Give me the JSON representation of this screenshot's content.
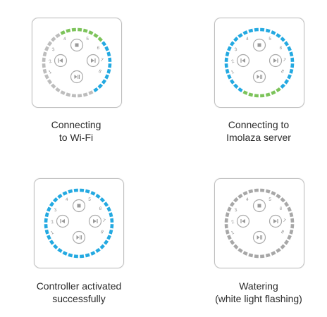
{
  "colors": {
    "gray": "#bdbdbd",
    "dark_gray": "#a7a7a7",
    "blue": "#23a9e1",
    "green": "#7cc35a",
    "label": "#8e8e8e",
    "card_border": "#bfbfbf"
  },
  "device": {
    "numbers": [
      "1",
      "2",
      "3",
      "4",
      "5",
      "6",
      "7",
      "8"
    ],
    "icons": [
      "stop-icon",
      "previous-icon",
      "next-icon",
      "play-pause-icon"
    ]
  },
  "panels": [
    {
      "caption_lines": [
        "Connecting",
        "to Wi-Fi"
      ],
      "ring": {
        "base": "gray",
        "blue": [
          0.08,
          0.35
        ],
        "green": [
          0.35,
          0.58
        ]
      }
    },
    {
      "caption_lines": [
        "Connecting to",
        "Imolaza server"
      ],
      "ring": {
        "base": "blue",
        "green": [
          0.92,
          1.12
        ]
      }
    },
    {
      "caption_lines": [
        "Controller activated",
        "successfully"
      ],
      "ring": {
        "base": "blue"
      }
    },
    {
      "caption_lines": [
        "Watering",
        "(white light flashing)"
      ],
      "ring": {
        "base": "dark_gray"
      }
    }
  ]
}
